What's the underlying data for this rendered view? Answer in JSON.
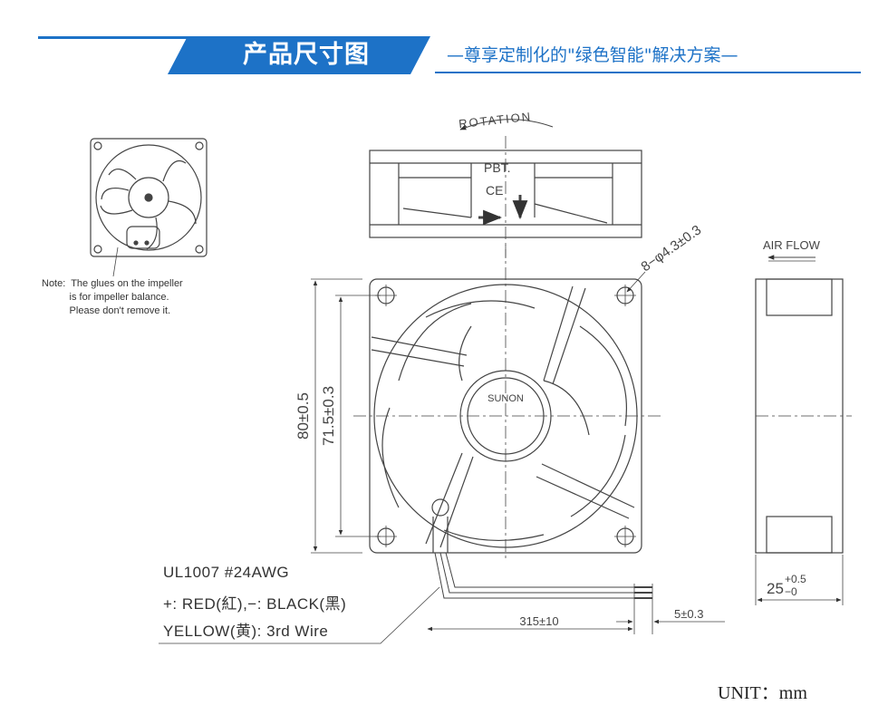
{
  "header": {
    "title": "产品尺寸图",
    "subtitle": "—尊享定制化的\"绿色智能\"解决方案—",
    "accent_color": "#1d72c7"
  },
  "drawing": {
    "rotation_label": "ROTATION",
    "pbt_label": "PBT.",
    "ce_mark": "CE",
    "air_flow_label": "AIR FLOW",
    "hole_dim": "8−φ4.3±0.3",
    "brand": "SUNON",
    "width_dim": "80±0.5",
    "hole_pitch_dim": "71.5±0.3",
    "depth_dim": "25",
    "depth_tol_upper": "+0.5",
    "depth_tol_lower": "−0",
    "lead_length_dim": "315±10",
    "strip_dim": "5±0.3"
  },
  "note": {
    "lines": [
      "Note:  The glues on the impeller",
      "          is for impeller balance.",
      "          Please don't remove it."
    ]
  },
  "wire": {
    "line1": "UL1007  #24AWG",
    "line2": "+: RED(紅),−: BLACK(黑)",
    "line3": "YELLOW(黄): 3rd  Wire"
  },
  "unit": "UNIT：mm"
}
